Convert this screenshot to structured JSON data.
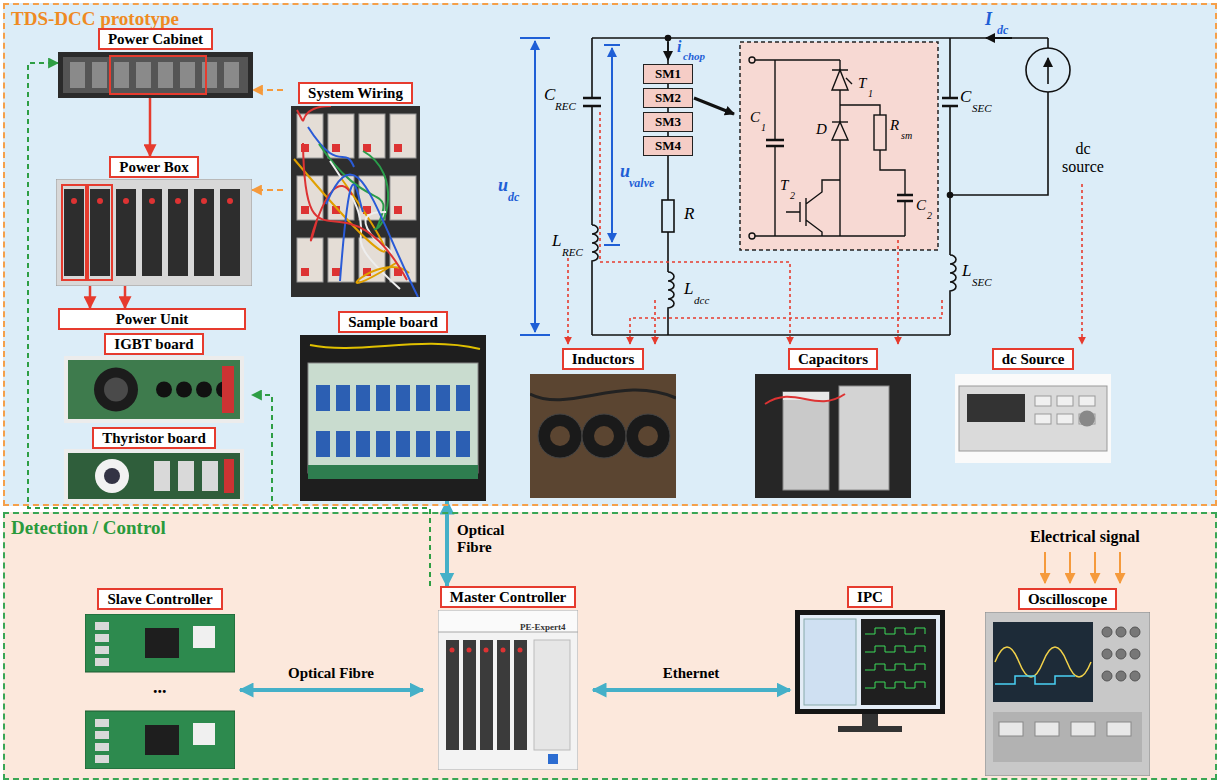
{
  "diagram": {
    "nodes": [
      {
        "text": [
          "TDS-DCC prototype"
        ]
      },
      {
        "text": [
          "Power Cabinet"
        ],
        "in": 0
      },
      {
        "text": [
          "System Wiring"
        ],
        "in": 0
      },
      {
        "text": [
          "Power Box"
        ],
        "in": 0
      },
      {
        "text": [
          "Power Unit"
        ],
        "in": 0
      },
      {
        "text": [
          "IGBT board"
        ],
        "in": 0
      },
      {
        "text": [
          "Thyristor board"
        ],
        "in": 0
      },
      {
        "text": [
          "Sample board"
        ],
        "in": 0
      },
      {
        "text": [
          "SM1"
        ],
        "in": 0
      },
      {
        "text": [
          "SM2"
        ],
        "in": 0
      },
      {
        "text": [
          "SM3"
        ],
        "in": 0
      },
      {
        "text": [
          "SM4"
        ],
        "in": 0
      },
      {
        "text": [
          "Inductors"
        ],
        "in": 0
      },
      {
        "text": [
          "Capacitors"
        ],
        "in": 0
      },
      {
        "text": [
          "dc Source"
        ],
        "in": 0
      },
      {
        "text": [
          "Detection / Control"
        ]
      },
      {
        "text": [
          "Slave Controller"
        ],
        "in": 15
      },
      {
        "text": [
          "Master Controller"
        ],
        "in": 15
      },
      {
        "text": [
          "IPC"
        ],
        "in": 15
      },
      {
        "text": [
          "Oscilloscope"
        ],
        "in": 15
      }
    ],
    "edges": [
      {
        "from": 2,
        "to": 1,
        "arrow": "to"
      },
      {
        "from": 2,
        "to": 3,
        "arrow": "to"
      },
      {
        "from": 1,
        "to": 3,
        "arrow": "to"
      },
      {
        "from": 3,
        "to": 4,
        "arrow": "to"
      },
      {
        "from": 3,
        "to": 4,
        "arrow": "to"
      },
      {
        "from": 17,
        "to": 1,
        "arrow": "to"
      },
      {
        "from": 17,
        "to": 5,
        "arrow": "to"
      },
      {
        "from": 7,
        "to": 17,
        "label": "Optical Fibre",
        "arrow": "both"
      },
      {
        "from": 16,
        "to": 17,
        "label": "Optical Fibre",
        "arrow": "both"
      },
      {
        "from": 17,
        "to": 18,
        "label": "Ethernet",
        "arrow": "both"
      }
    ],
    "labels": [
      "I",
      "dc",
      "i",
      "chop",
      "u",
      "dc",
      "u",
      "valve",
      "C",
      "REC",
      "L",
      "REC",
      "R",
      "L",
      "dcc",
      "C",
      "SEC",
      "L",
      "SEC",
      "dc source",
      "C",
      "1",
      "T",
      "1",
      "D",
      "R",
      "sm",
      "C",
      "2",
      "T",
      "2",
      "Electrical signal",
      "...",
      "PE-Expert4"
    ]
  }
}
